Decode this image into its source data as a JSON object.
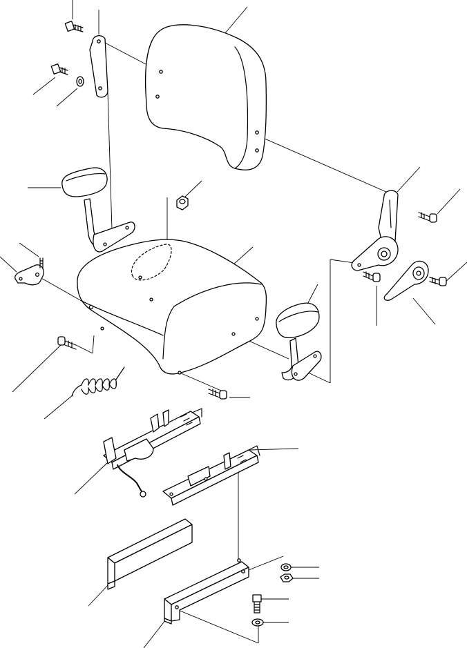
{
  "diagram": {
    "parts": [
      {
        "id": "backrest",
        "icon": "seat-backrest-icon"
      },
      {
        "id": "seat-cushion",
        "icon": "seat-cushion-icon"
      },
      {
        "id": "armrest-left",
        "icon": "armrest-icon"
      },
      {
        "id": "armrest-right",
        "icon": "armrest-icon"
      },
      {
        "id": "hinge-bracket-left",
        "icon": "bracket-icon"
      },
      {
        "id": "hinge-bracket-right",
        "icon": "bracket-icon"
      },
      {
        "id": "recline-knob",
        "icon": "knob-icon"
      },
      {
        "id": "latch-plate",
        "icon": "latch-icon"
      },
      {
        "id": "spring",
        "icon": "spring-icon"
      },
      {
        "id": "slide-rail-left",
        "icon": "rail-icon"
      },
      {
        "id": "slide-rail-right",
        "icon": "rail-icon"
      },
      {
        "id": "mounting-bracket-rear",
        "icon": "channel-bracket-icon"
      },
      {
        "id": "mounting-bracket-front",
        "icon": "channel-bracket-icon"
      },
      {
        "id": "bolts",
        "icon": "bolt-icon"
      },
      {
        "id": "washers",
        "icon": "washer-icon"
      },
      {
        "id": "nuts",
        "icon": "nut-icon"
      }
    ],
    "colors": {
      "line": "#000000",
      "background": "#ffffff"
    }
  }
}
